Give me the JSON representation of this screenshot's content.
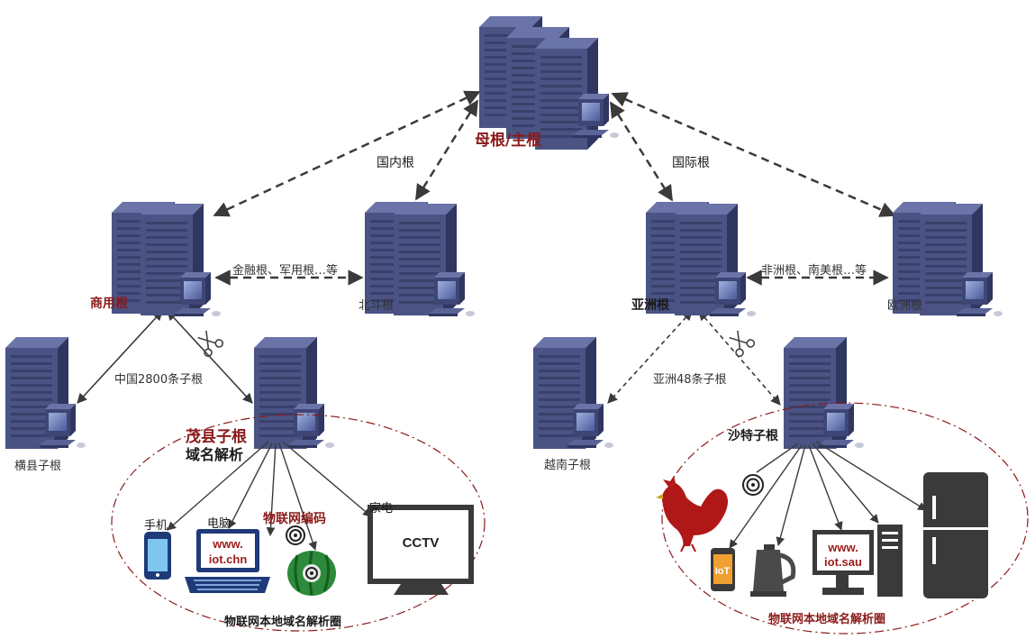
{
  "nodes": {
    "mother_root": "母根/主根",
    "domestic_root": "国内根",
    "international_root": "国际根",
    "commercial_root": "商用根",
    "beidou_root": "北斗根",
    "asia_root": "亚洲根",
    "europe_root": "欧洲根",
    "commercial_peers": "金融根、军用根…等",
    "asia_peers": "非洲根、南美根…等",
    "china_subroots": "中国2800条子根",
    "asia_subroots": "亚洲48条子根",
    "hengxian": "横县子根",
    "maoxian": "茂县子根",
    "maoxian_dns": "域名解析",
    "vietnam": "越南子根",
    "saudi": "沙特子根"
  },
  "left_circle": {
    "title": "物联网本地域名解析圈",
    "phone": "手机",
    "computer": "电脑",
    "iot_code": "物联网编码",
    "appliance": "家电",
    "laptop_text_1": "www.",
    "laptop_text_2": "iot.chn",
    "tv_text": "CCTV"
  },
  "right_circle": {
    "title": "物联网本地域名解析圈",
    "phone_text": "IoT",
    "monitor_text_1": "www.",
    "monitor_text_2": "iot.sau"
  },
  "colors": {
    "server_front": "#4a5384",
    "server_side": "#2f3660",
    "server_top": "#6b74a8",
    "arrow": "#3a3a3a",
    "label_red": "#8b1a1a",
    "circle_border": "#8b1a1a"
  }
}
